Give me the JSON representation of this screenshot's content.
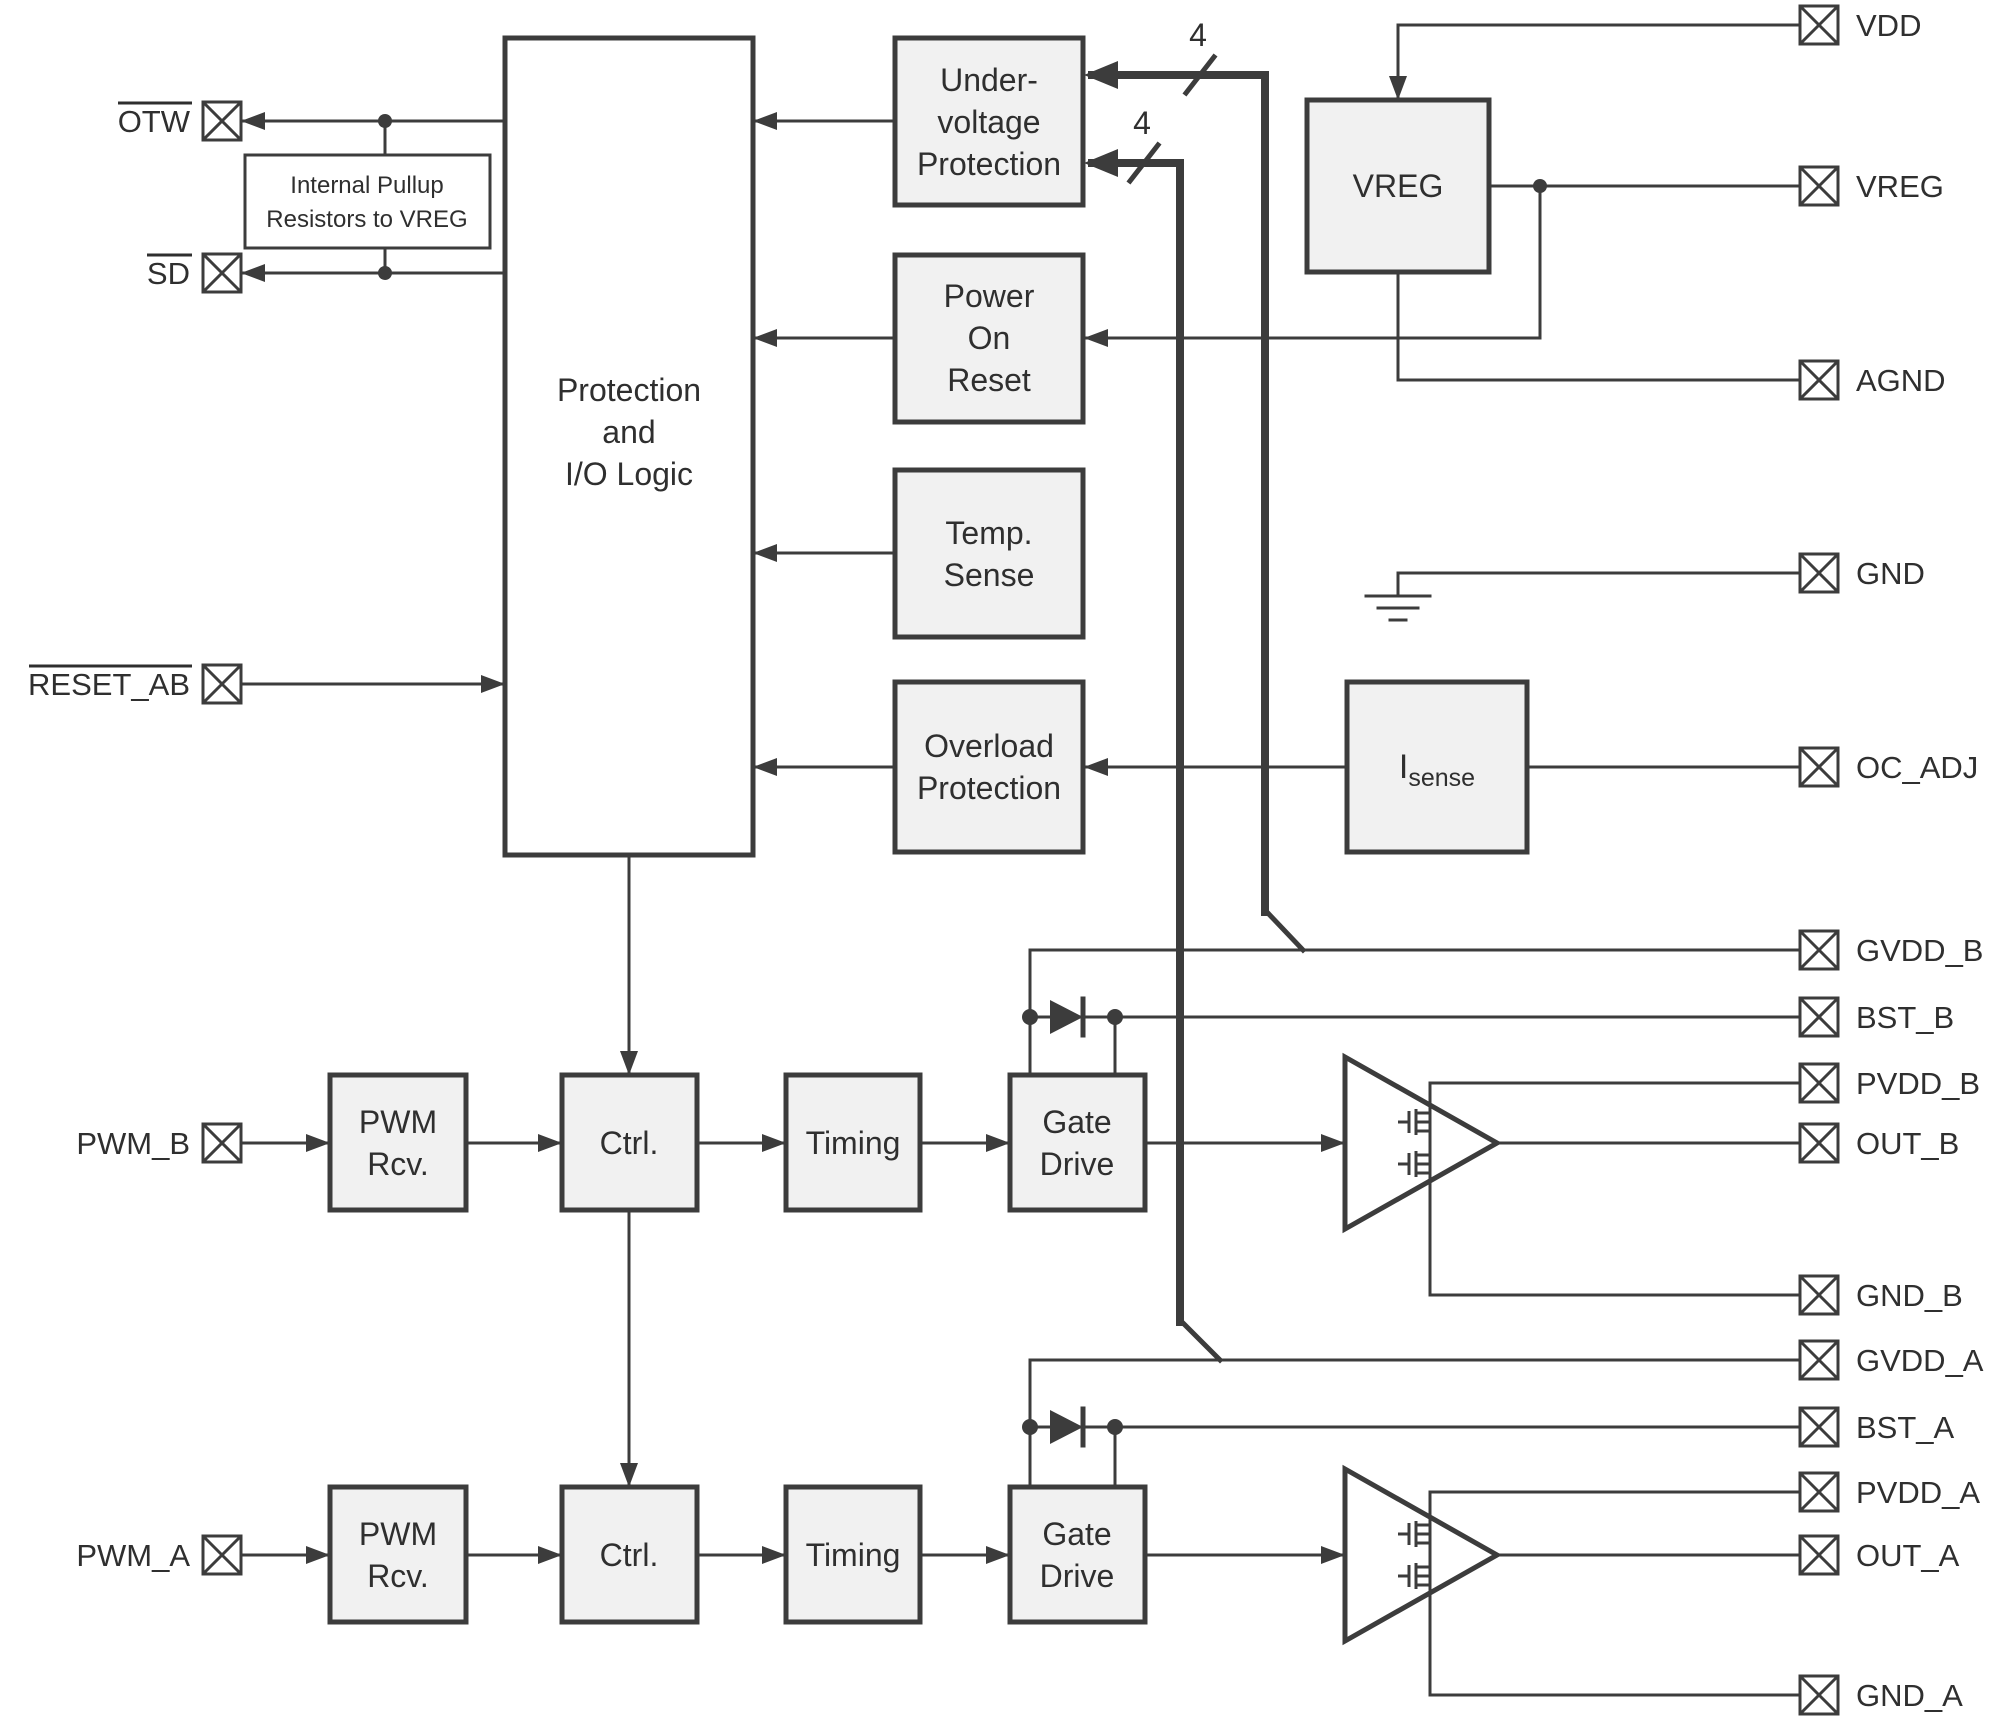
{
  "pins_left": [
    {
      "label": "OTW"
    },
    {
      "label": "SD"
    },
    {
      "label": "RESET_AB"
    },
    {
      "label": "PWM_B"
    },
    {
      "label": "PWM_A"
    }
  ],
  "pins_right": [
    {
      "label": "VDD"
    },
    {
      "label": "VREG"
    },
    {
      "label": "AGND"
    },
    {
      "label": "GND"
    },
    {
      "label": "OC_ADJ"
    },
    {
      "label": "GVDD_B"
    },
    {
      "label": "BST_B"
    },
    {
      "label": "PVDD_B"
    },
    {
      "label": "OUT_B"
    },
    {
      "label": "GND_B"
    },
    {
      "label": "GVDD_A"
    },
    {
      "label": "BST_A"
    },
    {
      "label": "PVDD_A"
    },
    {
      "label": "OUT_A"
    },
    {
      "label": "GND_A"
    }
  ],
  "blocks": {
    "protection": {
      "line1": "Protection",
      "line2": "and",
      "line3": "I/O Logic"
    },
    "pullup": {
      "line1": "Internal Pullup",
      "line2": "Resistors to VREG"
    },
    "undervoltage": {
      "line1": "Under-",
      "line2": "voltage",
      "line3": "Protection"
    },
    "power_on_reset": {
      "line1": "Power",
      "line2": "On",
      "line3": "Reset"
    },
    "temp_sense": {
      "line1": "Temp.",
      "line2": "Sense"
    },
    "overload": {
      "line1": "Overload",
      "line2": "Protection"
    },
    "vreg": {
      "label": "VREG"
    },
    "isense": {
      "main": "I",
      "sub": "sense"
    },
    "pwm_rcv": {
      "line1": "PWM",
      "line2": "Rcv."
    },
    "ctrl": {
      "label": "Ctrl."
    },
    "timing": {
      "label": "Timing"
    },
    "gate_drive": {
      "line1": "Gate",
      "line2": "Drive"
    }
  },
  "bus": {
    "width_top": "4",
    "width_bottom": "4"
  },
  "colors": {
    "line": "#3c3c3c",
    "block_fill": "#f1f1f1",
    "background": "#ffffff"
  }
}
